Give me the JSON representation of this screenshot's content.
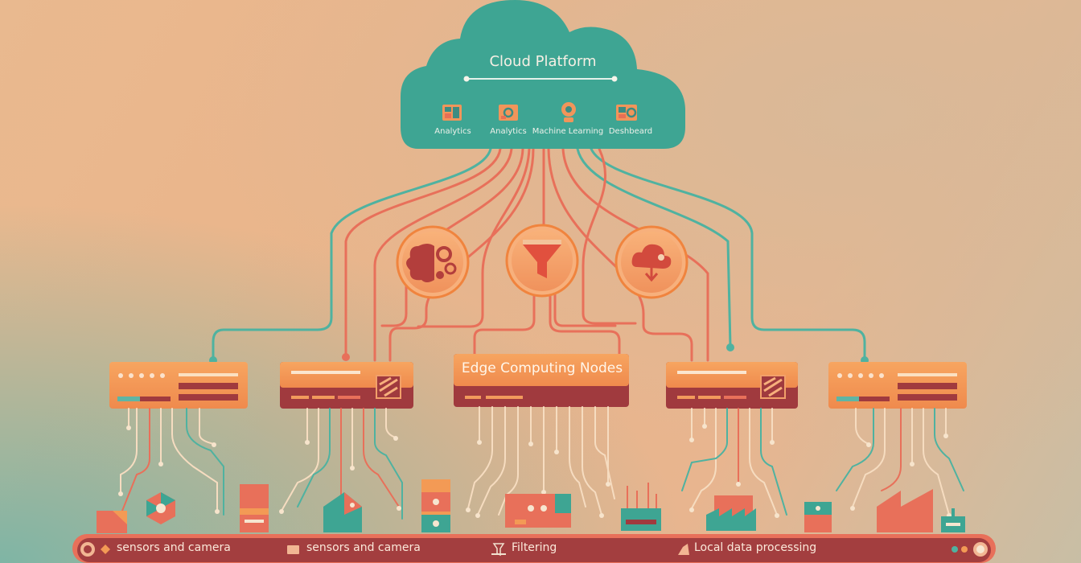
{
  "cloud": {
    "title": "Cloud Platform",
    "services": [
      {
        "label": "Analytics",
        "icon": "analytics-icon"
      },
      {
        "label": "Analytics",
        "icon": "analytics-gear-icon"
      },
      {
        "label": "Machine Learning",
        "icon": "machine-learning-icon"
      },
      {
        "label": "Deshbeard",
        "icon": "dashboard-icon"
      }
    ]
  },
  "hubs": [
    {
      "icon": "brain-gear-icon"
    },
    {
      "icon": "funnel-icon"
    },
    {
      "icon": "cloud-download-icon"
    }
  ],
  "edge": {
    "title": "Edge Computing Nodes"
  },
  "bottom_bar": {
    "items": [
      {
        "label": "sensors and camera",
        "icon": "diamond-icon"
      },
      {
        "label": "sensors and camera",
        "icon": "card-icon"
      },
      {
        "label": "Filtering",
        "icon": "filter-icon"
      },
      {
        "label": "Local data processing",
        "icon": "processing-icon"
      }
    ]
  },
  "colors": {
    "teal": "#44a898",
    "coral": "#e86f55",
    "orange": "#f0954f",
    "maroon": "#a03a3e",
    "cream": "#f4e6d2"
  }
}
